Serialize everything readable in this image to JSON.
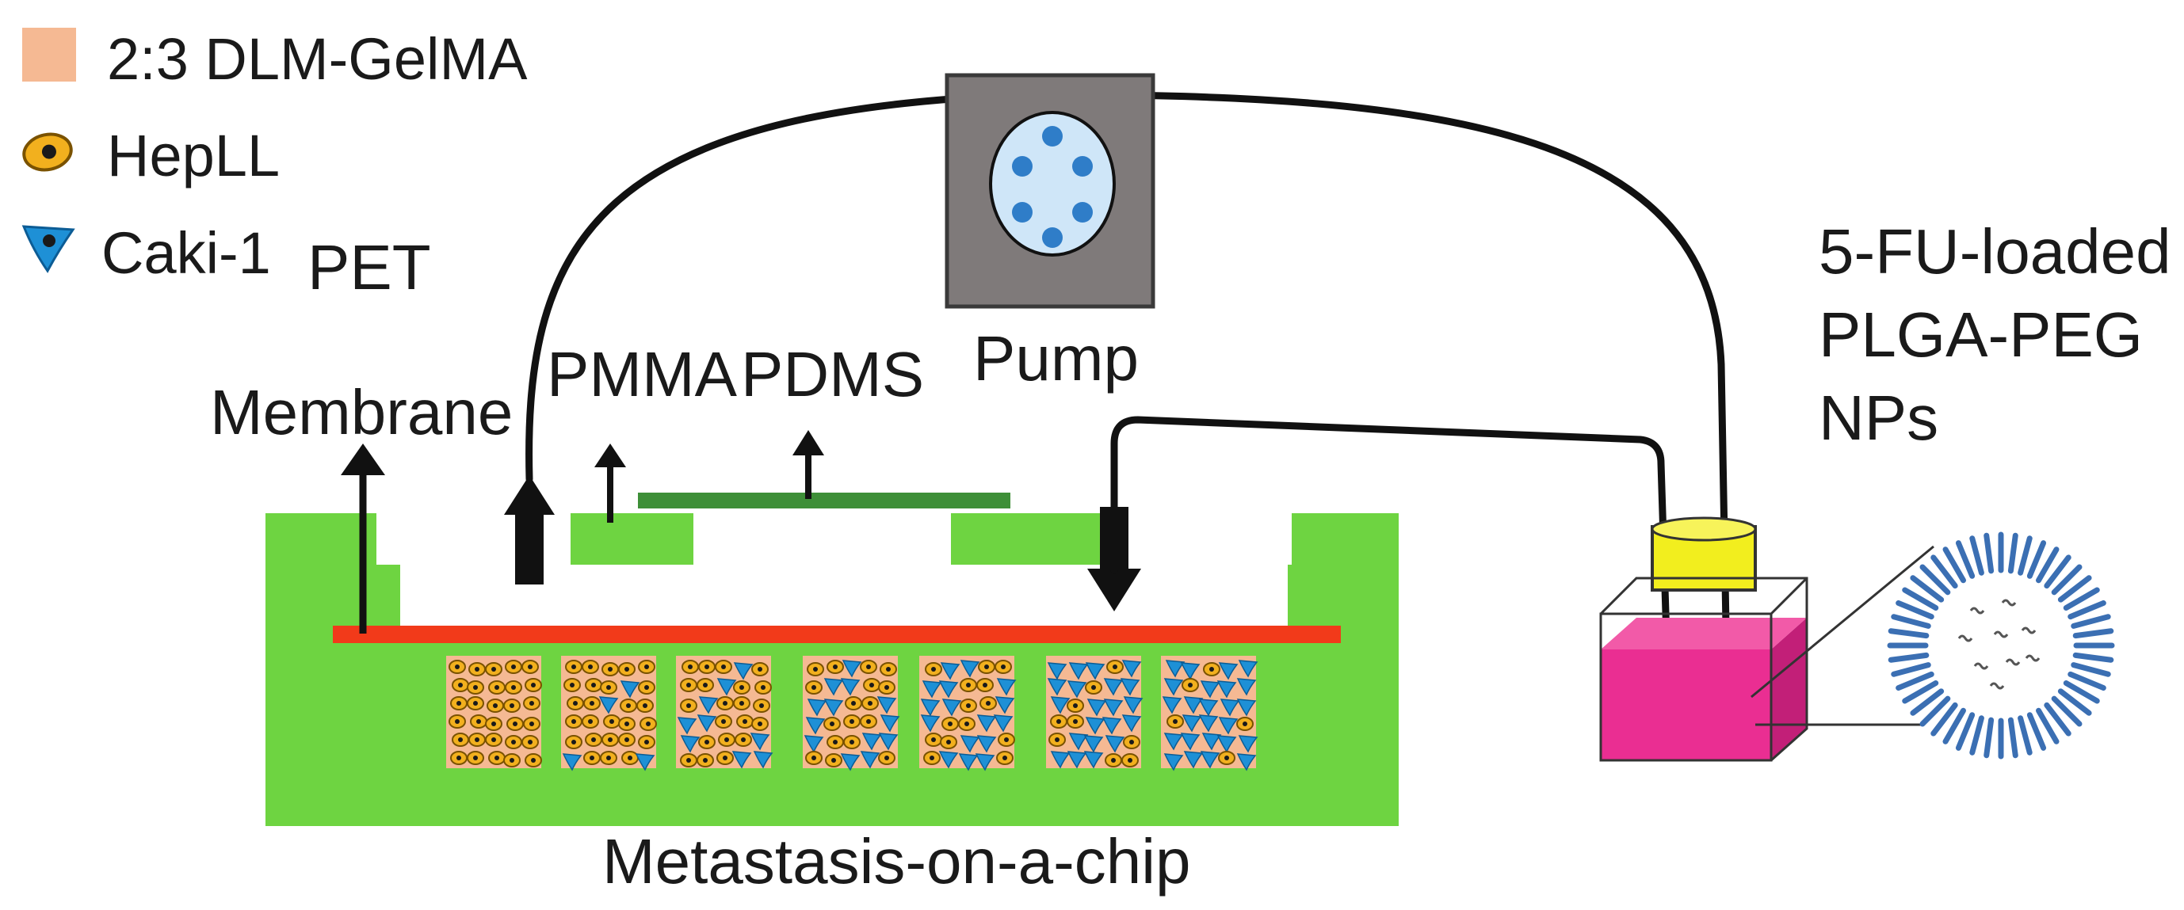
{
  "legend": {
    "items": [
      {
        "label": "2:3 DLM-GelMA",
        "icon": "gelma-square-icon",
        "color": "#f5b993"
      },
      {
        "label": "HepLL",
        "icon": "hepll-cell-icon",
        "color": "#f2b01e"
      },
      {
        "label": "Caki-1",
        "icon": "caki1-cell-icon",
        "color": "#1e90d6"
      }
    ]
  },
  "labels": {
    "pet": "PET",
    "membrane": "Membrane",
    "pmma": "PMMA",
    "pdms": "PDMS",
    "pump": "Pump",
    "nps_line1": "5-FU-loaded",
    "nps_line2": "PLGA-PEG",
    "nps_line3": "NPs",
    "chip_title": "Metastasis-on-a-chip"
  },
  "colors": {
    "chip_body": "#6ed441",
    "pmma_cover": "#3e8f38",
    "pet_membrane": "#f23a1a",
    "gel": "#f5b993",
    "pump_housing": "#7f7a7a",
    "pump_head": "#cfe6f8",
    "pump_roller": "#2f7dc8",
    "reservoir_cap": "#f2ee1e",
    "reservoir_liquid": "#ea2e92",
    "nanoparticle": "#3b6fb3",
    "tubing": "#111111"
  },
  "chambers": [
    {
      "hepll_fraction": 1.0
    },
    {
      "hepll_fraction": 0.85
    },
    {
      "hepll_fraction": 0.7
    },
    {
      "hepll_fraction": 0.55
    },
    {
      "hepll_fraction": 0.45
    },
    {
      "hepll_fraction": 0.3
    },
    {
      "hepll_fraction": 0.15
    }
  ]
}
